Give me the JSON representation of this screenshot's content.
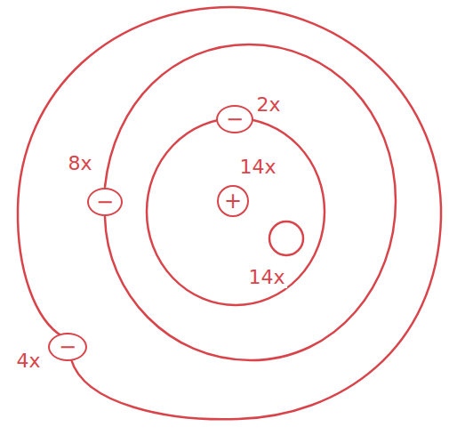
{
  "diagram": {
    "nodes": [
      {
        "text": [
          "−"
        ]
      },
      {
        "text": [
          "−"
        ]
      },
      {
        "text": [
          "+"
        ]
      },
      {
        "text": [
          "−"
        ]
      }
    ],
    "labels": [
      "2x",
      "8x",
      "14x",
      "14x",
      "4x"
    ]
  }
}
